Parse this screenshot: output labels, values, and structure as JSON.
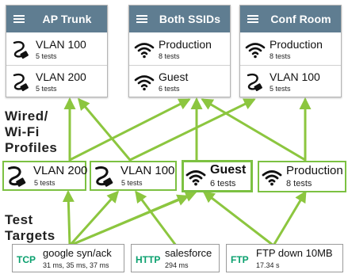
{
  "colors": {
    "accent": "#7cc142",
    "header": "#5f7d91",
    "protocol": "#0aa06e"
  },
  "side_labels": {
    "profiles": [
      "Wired/",
      "Wi-Fi",
      "Profiles"
    ],
    "targets": [
      "Test",
      "Targets"
    ]
  },
  "panels": [
    {
      "title": "AP Trunk Port",
      "items": [
        {
          "icon": "ethernet-cable-icon",
          "name": "VLAN 100",
          "sub": "5 tests"
        },
        {
          "icon": "ethernet-cable-icon",
          "name": "VLAN 200",
          "sub": "5 tests"
        }
      ]
    },
    {
      "title": "Both SSIDs",
      "items": [
        {
          "icon": "wifi-icon",
          "name": "Production",
          "sub": "8 tests"
        },
        {
          "icon": "wifi-icon",
          "name": "Guest",
          "sub": "6 tests"
        }
      ]
    },
    {
      "title": "Conf Room",
      "items": [
        {
          "icon": "wifi-icon",
          "name": "Production",
          "sub": "8 tests"
        },
        {
          "icon": "ethernet-cable-icon",
          "name": "VLAN 100",
          "sub": "5 tests"
        }
      ]
    }
  ],
  "profiles": [
    {
      "icon": "ethernet-cable-icon",
      "name": "VLAN 200",
      "sub": "5 tests"
    },
    {
      "icon": "ethernet-cable-icon",
      "name": "VLAN 100",
      "sub": "5 tests"
    },
    {
      "icon": "wifi-icon",
      "name": "Guest",
      "sub": "6 tests"
    },
    {
      "icon": "wifi-icon",
      "name": "Production",
      "sub": "8 tests"
    }
  ],
  "targets": [
    {
      "protocol": "TCP",
      "name": "google syn/ack",
      "sub": "31 ms,  35 ms,  37 ms"
    },
    {
      "protocol": "HTTP",
      "name": "salesforce",
      "sub": "294 ms"
    },
    {
      "protocol": "FTP",
      "name": "FTP down 10MB",
      "sub": "17.34 s"
    }
  ]
}
